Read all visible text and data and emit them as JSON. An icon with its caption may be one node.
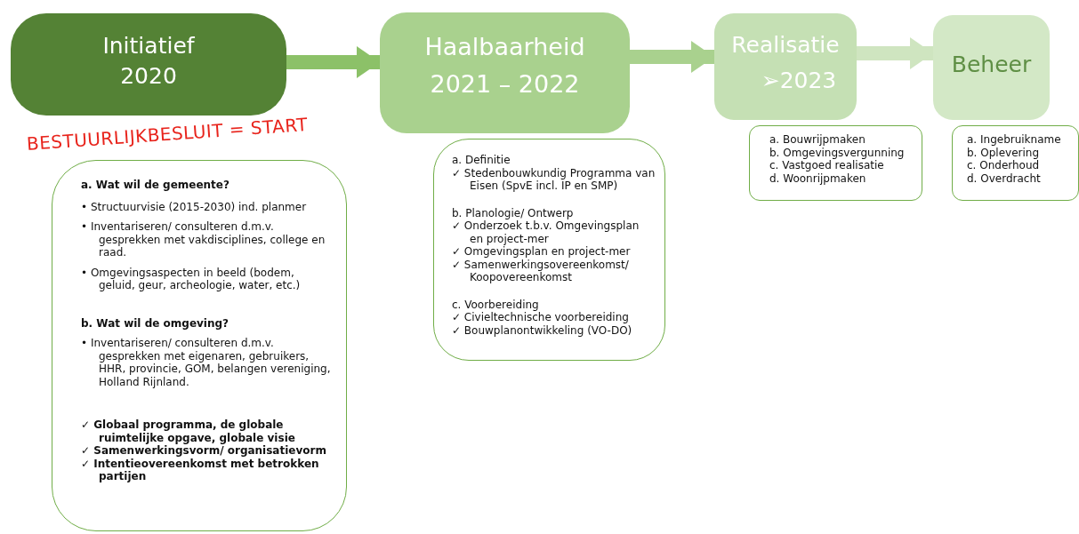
{
  "diagram": {
    "nodes": [
      {
        "text": [
          "Initiatief 2020"
        ]
      },
      {
        "text": [
          "a. Wat wil de gemeente?",
          "• Structuurvisie (2015-2030) ind. planmer",
          "• Inventariseren/ consulteren d.m.v. gesprekken met vakdisciplines, college en raad.",
          "• Omgevingsaspecten in beeld (bodem, geluid, geur, archeologie, water, etc.)",
          "b. Wat wil de omgeving?",
          "• Inventariseren/ consulteren d.m.v. gesprekken met eigenaren, gebruikers, HHR, provincie, GOM, belangen vereniging, Holland Rijnland.",
          "✓ Globaal programma, de globale ruimtelijke opgave, globale visie",
          "✓ Samenwerkingsvorm/ organisatievorm",
          "✓ Intentieovereenkomst met betrokken partijen"
        ]
      },
      {
        "text": [
          "Haalbaarheid 2021 – 2022"
        ]
      },
      {
        "text": [
          "a. Definitie",
          "✓ Stedenbouwkundig Programma van Eisen (SpvE incl. IP en SMP)",
          "b. Planologie/ Ontwerp",
          "✓ Onderzoek t.b.v. Omgevingsplan en project-mer",
          "✓ Omgevingsplan en project-mer",
          "✓ Samenwerkingsovereenkomst/ Koopovereenkomst",
          "c. Voorbereiding",
          "✓ Civieltechnische voorbereiding",
          "✓ Bouwplanontwikkeling (VO-DO)"
        ]
      },
      {
        "text": [
          "Realisatie ➢2023"
        ]
      },
      {
        "text": [
          "a. Bouwrijpmaken",
          "b. Omgevingsvergunning",
          "c. Vastgoed realisatie",
          "d. Woonrijpmaken"
        ]
      },
      {
        "text": [
          "Beheer"
        ]
      },
      {
        "text": [
          "a. Ingebruikname",
          "b. Oplevering",
          "c. Onderhoud",
          "d. Overdracht"
        ]
      }
    ],
    "edges": [
      {
        "from": 0,
        "to": 2,
        "arrow": "to",
        "color": "#8cc168"
      },
      {
        "from": 2,
        "to": 4,
        "arrow": "to",
        "color": "#a9d18e"
      },
      {
        "from": 4,
        "to": 6,
        "arrow": "to",
        "color": "#cfe5c0"
      }
    ],
    "labels": [
      "BESTUURLIJKBESLUIT = START"
    ]
  }
}
